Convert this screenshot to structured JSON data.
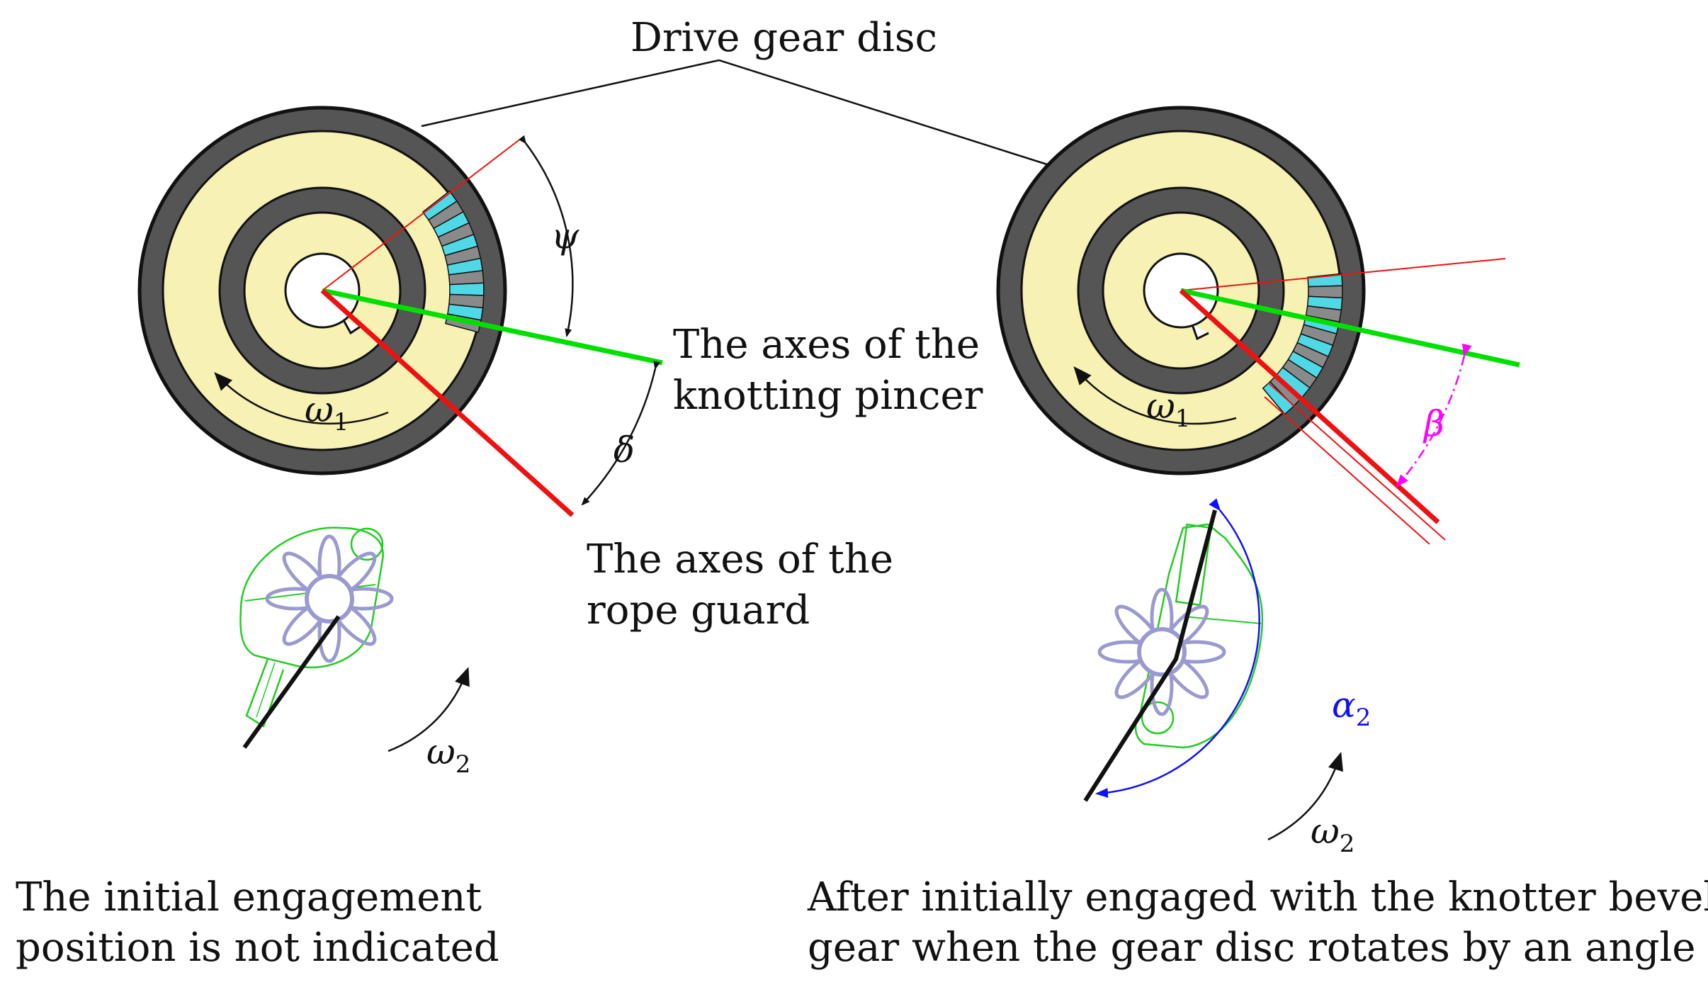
{
  "labels": {
    "drive_gear_disc": "Drive gear disc",
    "knotting_pincer_line1": "The axes of the",
    "knotting_pincer_line2": "knotting pincer",
    "rope_guard_line1": "The axes of the",
    "rope_guard_line2": "rope guard",
    "caption_left_line1": "The initial engagement",
    "caption_left_line2": "position is not indicated",
    "caption_right_line1": "After initially engaged with the knotter bevel",
    "caption_right_line2": "gear when the gear disc rotates by an angle β"
  },
  "symbols": {
    "psi": "ψ",
    "delta": "δ",
    "beta": "β",
    "omega": "ω",
    "alpha": "α",
    "sub1": "1",
    "sub2": "2"
  },
  "colors": {
    "disc_fill": "#f8f1b4",
    "ring_dark": "#555555",
    "teeth_cyan": "#4fd9e6",
    "pincer_green": "#00e000",
    "rope_guard_red": "#ee1111",
    "beta_magenta": "#ff00ff",
    "alpha_blue": "#1010ff",
    "knotter_lavender": "#9a9ad0",
    "knotter_outline": "#22cc22"
  }
}
